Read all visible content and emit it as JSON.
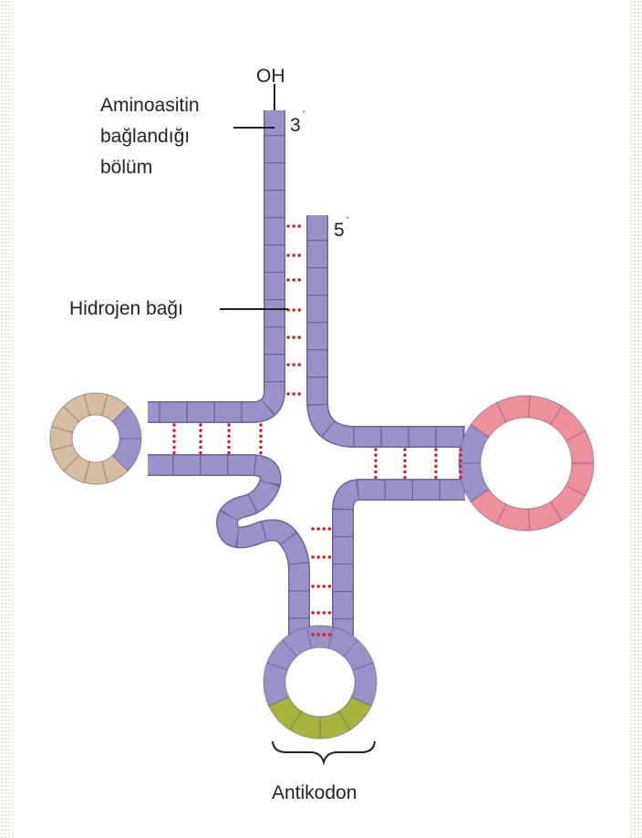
{
  "labels": {
    "oh": "OH",
    "three_prime": "3",
    "five_prime": "5",
    "prime_mark": "'",
    "amino_site": [
      "Aminoasitin",
      "bağlandığı",
      "bölüm"
    ],
    "hydrogen_bond": "Hidrojen bağı",
    "anticodon": "Antikodon"
  },
  "colors": {
    "backbone": "#9b90c8",
    "backbone_edge": "#6e6499",
    "d_loop": "#d5bea0",
    "t_loop": "#ee8f9c",
    "anticodon": "#a7b33c",
    "h_bond": "#bf2626",
    "text": "#222222"
  }
}
